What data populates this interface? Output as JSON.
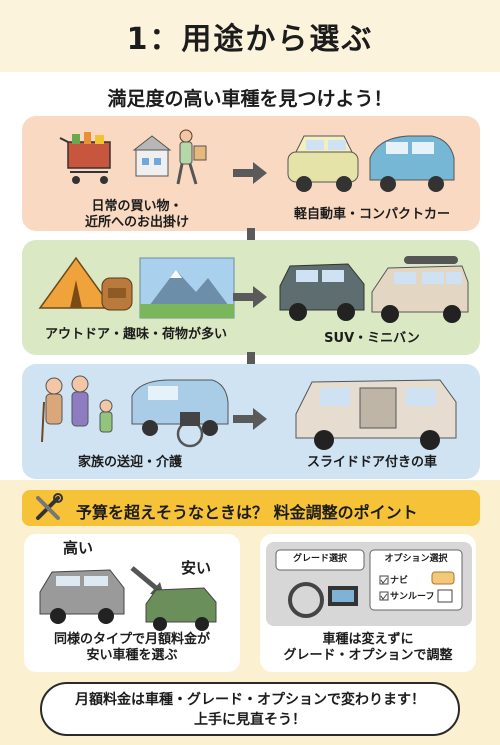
{
  "title": "1：用途から選ぶ",
  "subtitle": "満足度の高い車種を見つけよう！",
  "rows": [
    {
      "use": "日常の買い物・\n近所へのお出掛け",
      "use_line1": "日常の買い物・",
      "use_line2": "近所へのお出掛け",
      "car": "軽自動車・コンパクトカー"
    },
    {
      "use": "アウトドア・趣味・荷物が多い",
      "car": "SUV・ミニバン"
    },
    {
      "use": "家族の送迎・介護",
      "car": "スライドドア付きの車"
    }
  ],
  "tips": {
    "title": "予算を超えそうなときは？ 料金調整のポイント",
    "card1": {
      "high": "高い",
      "low": "安い",
      "text_line1": "同様のタイプで月額料金が",
      "text_line2": "安い車種を選ぶ"
    },
    "card2": {
      "grade_label": "グレード選択",
      "option_label": "オプション選択",
      "option1": "ナビ",
      "option2": "サンルーフ",
      "text_line1": "車種は変えずに",
      "text_line2": "グレード・オプションで調整"
    }
  },
  "footer": {
    "line1": "月額料金は車種・グレード・オプションで変わります！",
    "line2": "上手に見直そう！"
  },
  "colors": {
    "accent": "#f6c238",
    "row1": "#f9d9c1",
    "row2": "#dbe8c4",
    "row3": "#cfe3f3"
  }
}
